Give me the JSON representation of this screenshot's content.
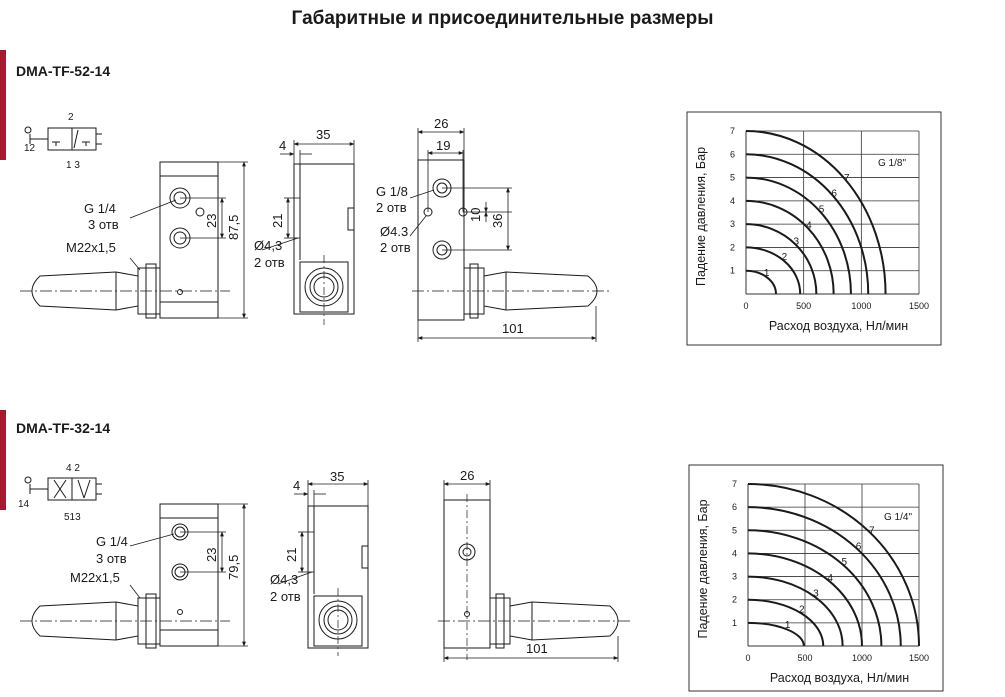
{
  "page": {
    "title": "Габаритные и присоединительные размеры"
  },
  "colors": {
    "accent": "#a6192e",
    "line": "#1a1a1a",
    "grid": "#333333"
  },
  "products": [
    {
      "model": "DMA-TF-52-14",
      "symbol": {
        "top": "2",
        "left": "12",
        "bottom": "1 3"
      },
      "front": {
        "port_label": "G 1/4",
        "port_count": "3 отв",
        "thread": "M22x1,5",
        "dim_port_spacing": "23",
        "dim_height": "87,5"
      },
      "side": {
        "dim_width": "35",
        "dim_offset": "4",
        "dim_hole_spacing": "21",
        "hole_label": "Ø4,3",
        "hole_count": "2 отв"
      },
      "back": {
        "dim_width": "26",
        "dim_inner": "19",
        "port_label": "G 1/8",
        "port_count": "2 отв",
        "hole_label": "Ø4.3",
        "hole_count": "2 отв",
        "dim_small": "10",
        "dim_tall": "36",
        "dim_length": "101"
      }
    },
    {
      "model": "DMA-TF-32-14",
      "symbol": {
        "top": "4 2",
        "left": "14",
        "bottom": "513"
      },
      "front": {
        "port_label": "G 1/4",
        "port_count": "3 отв",
        "thread": "M22x1,5",
        "dim_port_spacing": "23",
        "dim_height": "79,5"
      },
      "side": {
        "dim_width": "35",
        "dim_offset": "4",
        "dim_hole_spacing": "21",
        "hole_label": "Ø4,3",
        "hole_count": "2 отв"
      },
      "back": {
        "dim_width": "26",
        "dim_length": "101"
      }
    }
  ],
  "chart_data": [
    {
      "type": "line",
      "series_label": "G 1/8\"",
      "xlabel": "Расход воздуха, Нл/мин",
      "ylabel": "Падение давления, Бар",
      "x_ticks": [
        0,
        500,
        1000,
        1500
      ],
      "y_ticks": [
        1,
        2,
        3,
        4,
        5,
        6,
        7
      ],
      "xlim": [
        0,
        1500
      ],
      "ylim": [
        0,
        7
      ],
      "grid": true,
      "curve_labels": [
        "1",
        "2",
        "3",
        "4",
        "5",
        "6",
        "7"
      ],
      "curves": [
        {
          "label": "1",
          "pressure": 1,
          "max_flow": 260
        },
        {
          "label": "2",
          "pressure": 2,
          "max_flow": 470
        },
        {
          "label": "3",
          "pressure": 3,
          "max_flow": 610
        },
        {
          "label": "4",
          "pressure": 4,
          "max_flow": 760
        },
        {
          "label": "5",
          "pressure": 5,
          "max_flow": 910
        },
        {
          "label": "6",
          "pressure": 6,
          "max_flow": 1060
        },
        {
          "label": "7",
          "pressure": 7,
          "max_flow": 1210
        }
      ]
    },
    {
      "type": "line",
      "series_label": "G 1/4\"",
      "xlabel": "Расход воздуха, Нл/мин",
      "ylabel": "Падение давления, Бар",
      "x_ticks": [
        0,
        500,
        1000,
        1500
      ],
      "y_ticks": [
        1,
        2,
        3,
        4,
        5,
        6,
        7
      ],
      "xlim": [
        0,
        1500
      ],
      "ylim": [
        0,
        7
      ],
      "grid": true,
      "curve_labels": [
        "1",
        "2",
        "3",
        "4",
        "5",
        "6",
        "7"
      ],
      "curves": [
        {
          "label": "1",
          "pressure": 1,
          "max_flow": 490
        },
        {
          "label": "2",
          "pressure": 2,
          "max_flow": 660
        },
        {
          "label": "3",
          "pressure": 3,
          "max_flow": 830
        },
        {
          "label": "4",
          "pressure": 4,
          "max_flow": 1000
        },
        {
          "label": "5",
          "pressure": 5,
          "max_flow": 1170
        },
        {
          "label": "6",
          "pressure": 6,
          "max_flow": 1340
        },
        {
          "label": "7",
          "pressure": 7,
          "max_flow": 1500
        }
      ]
    }
  ]
}
